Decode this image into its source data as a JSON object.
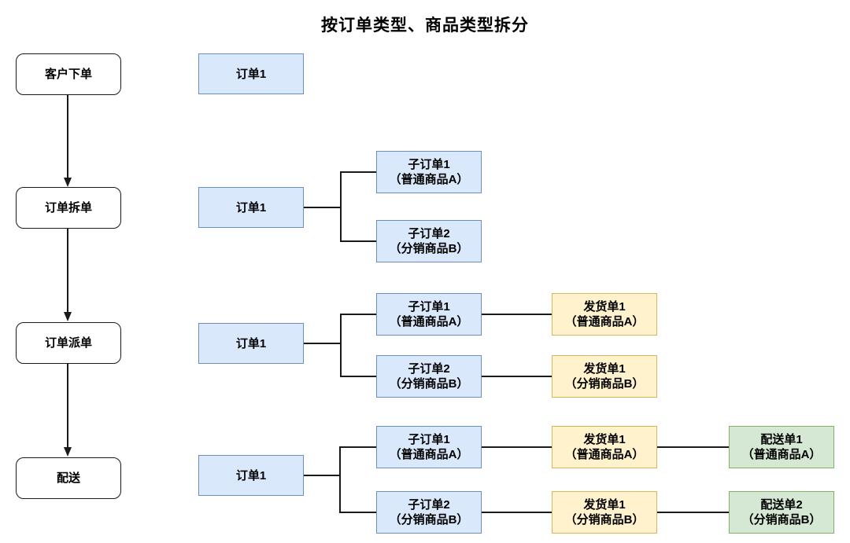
{
  "title": "按订单类型、商品类型拆分",
  "palette": {
    "blue_fill": "#dae8fc",
    "blue_stroke": "#6c8ebf",
    "yellow_fill": "#fff2cc",
    "yellow_stroke": "#d6b656",
    "green_fill": "#d5e8d4",
    "green_stroke": "#82b366",
    "line": "#1a1a1a"
  },
  "stages": [
    {
      "name": "客户下单",
      "order_label": "订单1"
    },
    {
      "name": "订单拆单",
      "order_label": "订单1",
      "sub_orders": [
        {
          "title": "子订单1",
          "subtitle": "（普通商品A）"
        },
        {
          "title": "子订单2",
          "subtitle": "（分销商品B）"
        }
      ]
    },
    {
      "name": "订单派单",
      "order_label": "订单1",
      "sub_orders": [
        {
          "title": "子订单1",
          "subtitle": "（普通商品A）"
        },
        {
          "title": "子订单2",
          "subtitle": "（分销商品B）"
        }
      ],
      "shipments": [
        {
          "title": "发货单1",
          "subtitle": "（普通商品A）"
        },
        {
          "title": "发货单1",
          "subtitle": "（分销商品B）"
        }
      ]
    },
    {
      "name": "配送",
      "order_label": "订单1",
      "sub_orders": [
        {
          "title": "子订单1",
          "subtitle": "（普通商品A）"
        },
        {
          "title": "子订单2",
          "subtitle": "（分销商品B）"
        }
      ],
      "shipments": [
        {
          "title": "发货单1",
          "subtitle": "（普通商品A）"
        },
        {
          "title": "发货单1",
          "subtitle": "（分销商品B）"
        }
      ],
      "deliveries": [
        {
          "title": "配送单1",
          "subtitle": "（普通商品A）"
        },
        {
          "title": "配送单2",
          "subtitle": "（分销商品B）"
        }
      ]
    }
  ]
}
